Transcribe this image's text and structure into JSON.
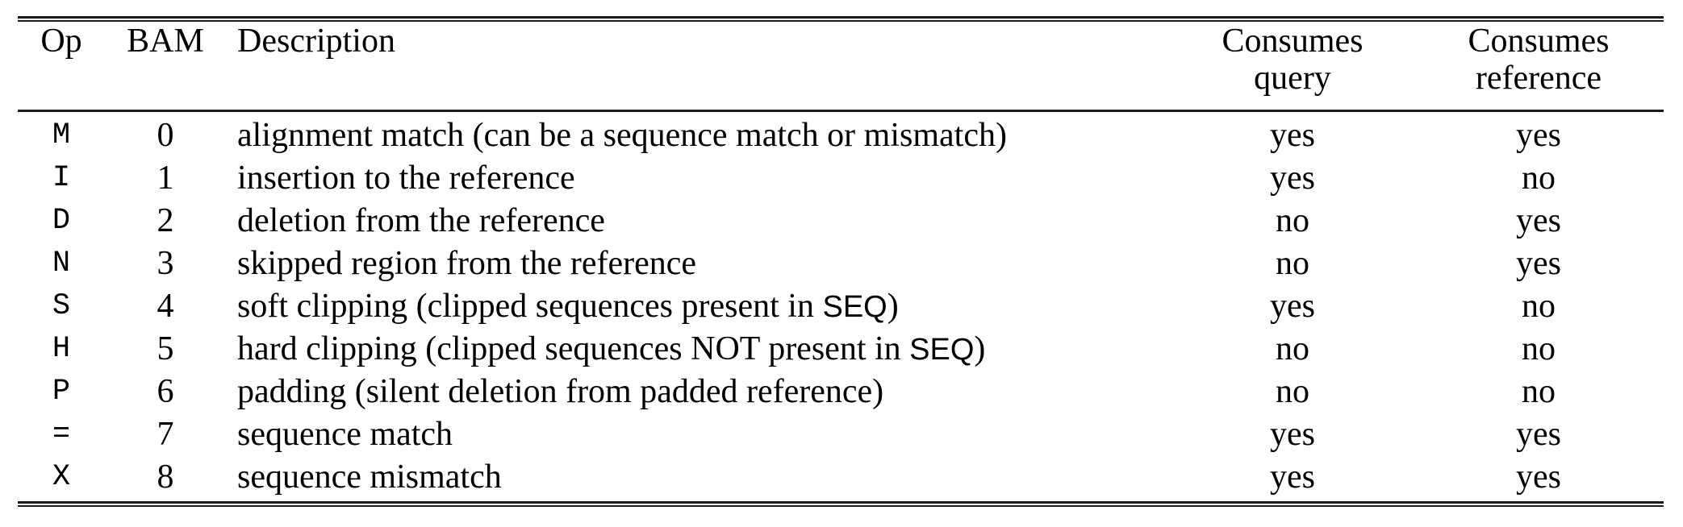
{
  "table": {
    "headers": {
      "op": "Op",
      "bam": "BAM",
      "description": "Description",
      "consumes_query_line1": "Consumes",
      "consumes_query_line2": "query",
      "consumes_reference_line1": "Consumes",
      "consumes_reference_line2": "reference"
    },
    "rows": [
      {
        "op": "M",
        "bam": "0",
        "description": "alignment match (can be a sequence match or mismatch)",
        "desc_pre": "alignment match (can be a sequence match or mismatch)",
        "desc_mono": "",
        "desc_post": "",
        "consumes_query": "yes",
        "consumes_reference": "yes"
      },
      {
        "op": "I",
        "bam": "1",
        "description": "insertion to the reference",
        "desc_pre": "insertion to the reference",
        "desc_mono": "",
        "desc_post": "",
        "consumes_query": "yes",
        "consumes_reference": "no"
      },
      {
        "op": "D",
        "bam": "2",
        "description": "deletion from the reference",
        "desc_pre": "deletion from the reference",
        "desc_mono": "",
        "desc_post": "",
        "consumes_query": "no",
        "consumes_reference": "yes"
      },
      {
        "op": "N",
        "bam": "3",
        "description": "skipped region from the reference",
        "desc_pre": "skipped region from the reference",
        "desc_mono": "",
        "desc_post": "",
        "consumes_query": "no",
        "consumes_reference": "yes"
      },
      {
        "op": "S",
        "bam": "4",
        "description": "soft clipping (clipped sequences present in SEQ)",
        "desc_pre": "soft clipping (clipped sequences present in ",
        "desc_mono": "SEQ",
        "desc_post": ")",
        "consumes_query": "yes",
        "consumes_reference": "no"
      },
      {
        "op": "H",
        "bam": "5",
        "description": "hard clipping (clipped sequences NOT present in SEQ)",
        "desc_pre": "hard clipping (clipped sequences NOT present in ",
        "desc_mono": "SEQ",
        "desc_post": ")",
        "consumes_query": "no",
        "consumes_reference": "no"
      },
      {
        "op": "P",
        "bam": "6",
        "description": "padding (silent deletion from padded reference)",
        "desc_pre": "padding (silent deletion from padded reference)",
        "desc_mono": "",
        "desc_post": "",
        "consumes_query": "no",
        "consumes_reference": "no"
      },
      {
        "op": "=",
        "bam": "7",
        "description": "sequence match",
        "desc_pre": "sequence match",
        "desc_mono": "",
        "desc_post": "",
        "consumes_query": "yes",
        "consumes_reference": "yes"
      },
      {
        "op": "X",
        "bam": "8",
        "description": "sequence mismatch",
        "desc_pre": "sequence mismatch",
        "desc_mono": "",
        "desc_post": "",
        "consumes_query": "yes",
        "consumes_reference": "yes"
      }
    ]
  },
  "colors": {
    "text": "#000000",
    "rule": "#1a1a1a",
    "background": "#ffffff"
  }
}
